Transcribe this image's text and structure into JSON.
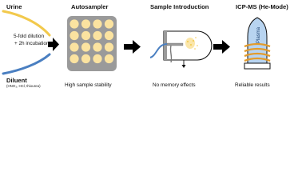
{
  "inputs": {
    "urine_label": "Urine",
    "diluent_label": "Diluent",
    "diluent_components": "(HNO₃, HCl, thiourea)",
    "dilution_line1": "5-fold dilution",
    "dilution_line2": "+ 2h incubation"
  },
  "stages": [
    {
      "title": "Autosampler",
      "caption": "High sample stability"
    },
    {
      "title": "Sample Introduction",
      "caption": "No memory effects"
    },
    {
      "title": "ICP-MS (He-Mode)",
      "caption": "Reliable results"
    }
  ],
  "plasma_label": "Plasma",
  "colors": {
    "urine": "#f2c94c",
    "diluent": "#4a7fc1",
    "tray": "#9a9a9a",
    "well": "#fbe3a0",
    "plasma_fill": "#b8d4f0",
    "plasma_coil": "#e39b2b",
    "arrow": "#000000"
  }
}
